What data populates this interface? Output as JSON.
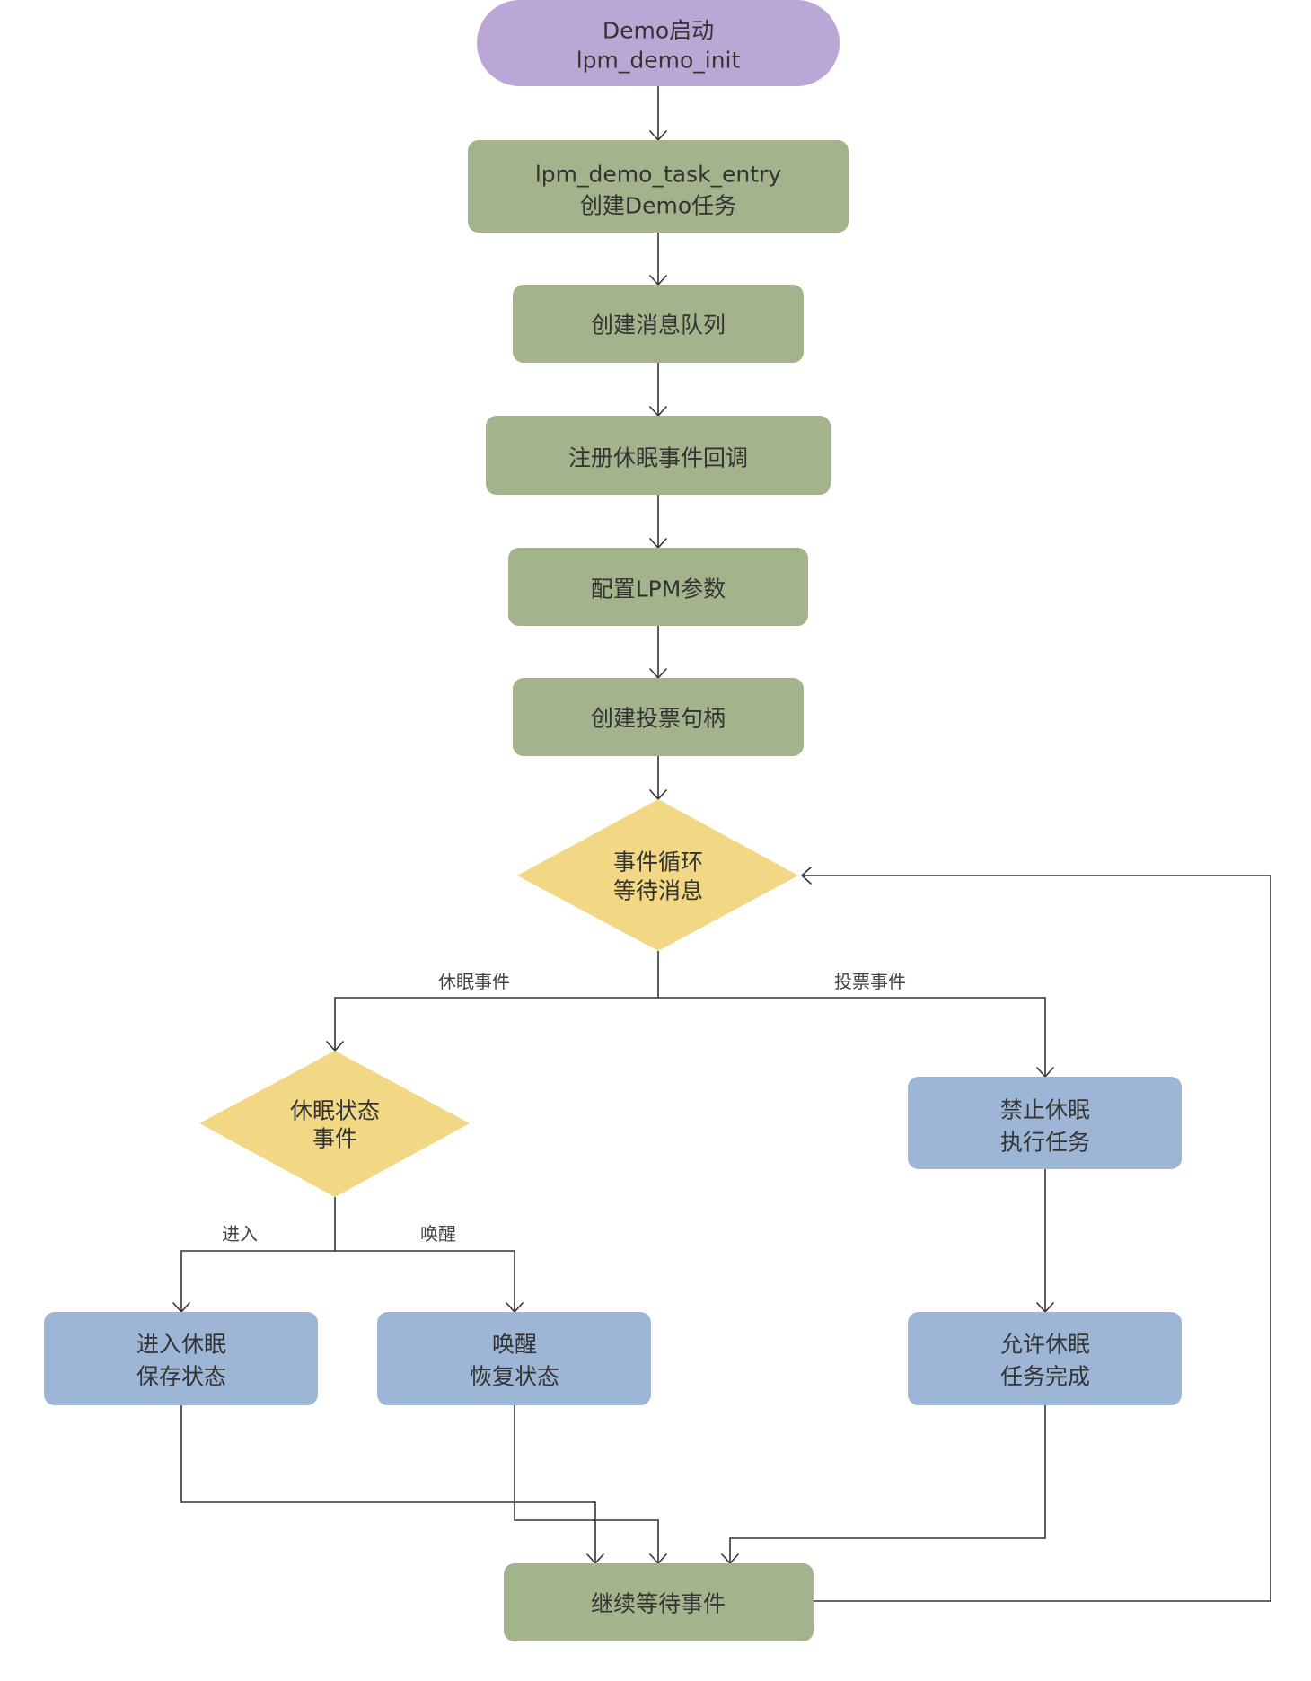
{
  "colors": {
    "start": "#bba7d6",
    "process": "#a3b38b",
    "decision": "#f2d884",
    "action": "#9db6d5",
    "line": "#333333",
    "text": "#333333"
  },
  "nodes": {
    "start": {
      "line1": "Demo启动",
      "line2": "lpm_demo_init"
    },
    "task_entry": {
      "line1": "lpm_demo_task_entry",
      "line2": "创建Demo任务"
    },
    "create_queue": {
      "line1": "创建消息队列"
    },
    "register_callback": {
      "line1": "注册休眠事件回调"
    },
    "config_lpm": {
      "line1": "配置LPM参数"
    },
    "create_vote": {
      "line1": "创建投票句柄"
    },
    "event_loop": {
      "line1": "事件循环",
      "line2": "等待消息"
    },
    "sleep_state": {
      "line1": "休眠状态",
      "line2": "事件"
    },
    "forbid_sleep": {
      "line1": "禁止休眠",
      "line2": "执行任务"
    },
    "enter_sleep": {
      "line1": "进入休眠",
      "line2": "保存状态"
    },
    "wakeup": {
      "line1": "唤醒",
      "line2": "恢复状态"
    },
    "allow_sleep": {
      "line1": "允许休眠",
      "line2": "任务完成"
    },
    "continue_wait": {
      "line1": "继续等待事件"
    }
  },
  "edges": {
    "sleep_event": "休眠事件",
    "vote_event": "投票事件",
    "enter": "进入",
    "wake": "唤醒"
  }
}
